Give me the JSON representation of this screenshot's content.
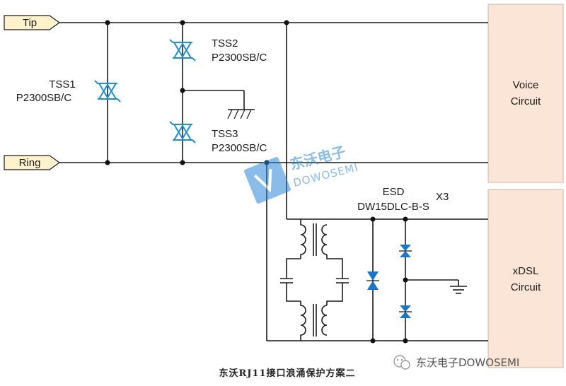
{
  "ports": {
    "tip": "Tip",
    "ring": "Ring"
  },
  "components": {
    "tss1": {
      "name": "TSS1",
      "part": "P2300SB/C"
    },
    "tss2": {
      "name": "TSS2",
      "part": "P2300SB/C"
    },
    "tss3": {
      "name": "TSS3",
      "part": "P2300SB/C"
    },
    "esd": {
      "name": "ESD",
      "part": "DW15DLC-B-S",
      "count": "X3"
    }
  },
  "blocks": {
    "voice": {
      "line1": "Voice",
      "line2": "Circuit"
    },
    "xdsl": {
      "line1": "xDSL",
      "line2": "Circuit"
    }
  },
  "watermark": {
    "cn": "东沃电子",
    "en": "DOWOSEMI"
  },
  "caption": "东沃RJ11接口浪涌保护方案二",
  "wechat_credit": "东沃电子DOWOSEMI",
  "colors": {
    "tss": "#1f8fd0",
    "esd": "#1976c8",
    "block_fill": "#fbe5d6",
    "port_fill": "#fff2cc"
  }
}
